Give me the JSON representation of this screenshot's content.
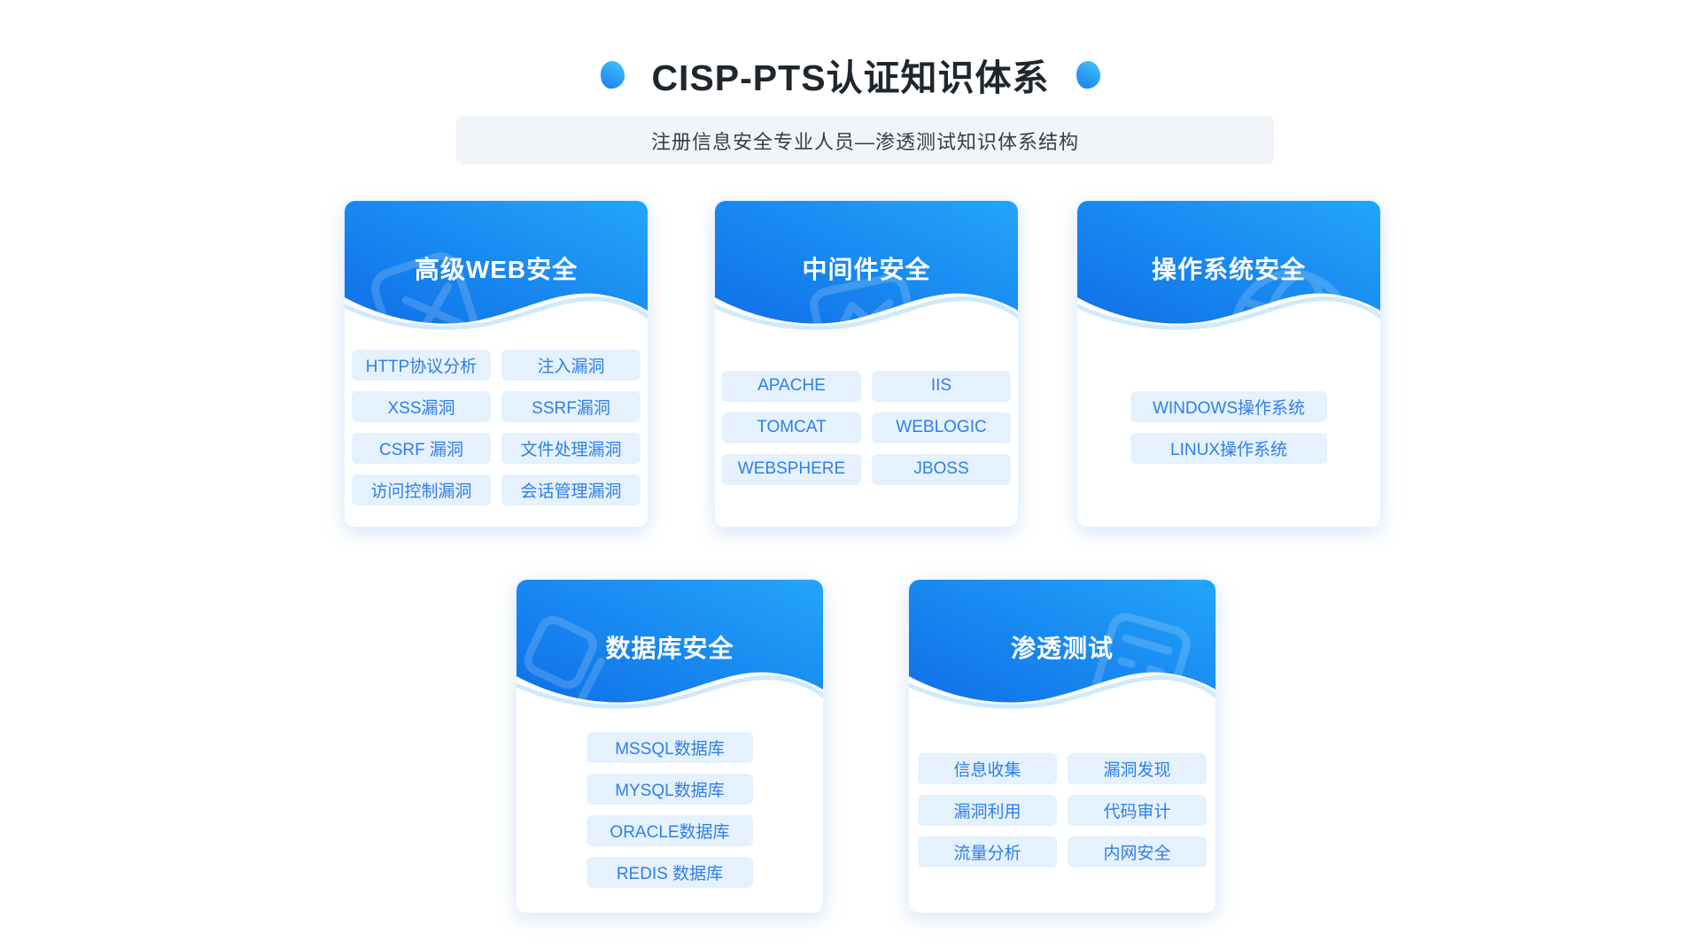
{
  "page": {
    "title": "CISP-PTS认证知识体系",
    "subtitle": "注册信息安全专业人员—渗透测试知识体系结构"
  },
  "colors": {
    "header_gradient_top": "#22a2f9",
    "header_gradient_bottom": "#0f70e8",
    "tag_background": "#e5f1fc",
    "tag_text": "#2e7fe8",
    "title_text": "#20262e",
    "subtitle_background": "#f1f4f8",
    "shield_gradient_start": "#44c8f6",
    "shield_gradient_end": "#1b7bf0"
  },
  "cards": [
    {
      "title": "高级WEB安全",
      "icon": "browser-close-icon",
      "tags": [
        "HTTP协议分析",
        "注入漏洞",
        "XSS漏洞",
        "SSRF漏洞",
        "CSRF 漏洞",
        "文件处理漏洞",
        "访问控制漏洞",
        "会话管理漏洞"
      ]
    },
    {
      "title": "中间件安全",
      "icon": "monitor-activity-icon",
      "tags": [
        "APACHE",
        "IIS",
        "TOMCAT",
        "WEBLOGIC",
        "WEBSPHERE",
        "JBOSS"
      ]
    },
    {
      "title": "操作系统安全",
      "icon": "globe-icon",
      "tags": [
        "WINDOWS操作系统",
        "LINUX操作系统"
      ]
    },
    {
      "title": "数据库安全",
      "icon": "layers-icon",
      "tags": [
        "MSSQL数据库",
        "MYSQL数据库",
        "ORACLE数据库",
        "REDIS 数据库"
      ]
    },
    {
      "title": "渗透测试",
      "icon": "calculator-icon",
      "tags": [
        "信息收集",
        "漏洞发现",
        "漏洞利用",
        "代码审计",
        "流量分析",
        "内网安全"
      ]
    }
  ]
}
